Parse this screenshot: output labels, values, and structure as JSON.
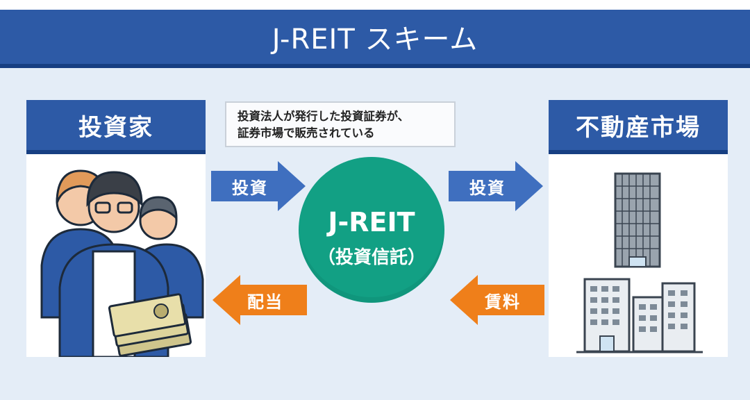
{
  "title": "J-REIT スキーム",
  "investor": {
    "label": "投資家"
  },
  "market": {
    "label": "不動産市場"
  },
  "note": {
    "lines": [
      "投資法人が発行した投資証券が、",
      "証券市場で販売されている"
    ]
  },
  "center": {
    "title": "J-REIT",
    "subtitle": "（投資信託）"
  },
  "arrows": {
    "invest_left": "投資",
    "invest_right": "投資",
    "dividend": "配当",
    "rent": "賃料"
  },
  "colors": {
    "header_blue": "#2d5aa6",
    "header_dark": "#173f82",
    "arrow_blue": "#3f6fbf",
    "arrow_orange": "#ef7f1a",
    "circle_green": "#12a084",
    "background": "#e4edf7"
  },
  "icons": [
    "people-icon",
    "banknotes-icon",
    "buildings-icon"
  ]
}
